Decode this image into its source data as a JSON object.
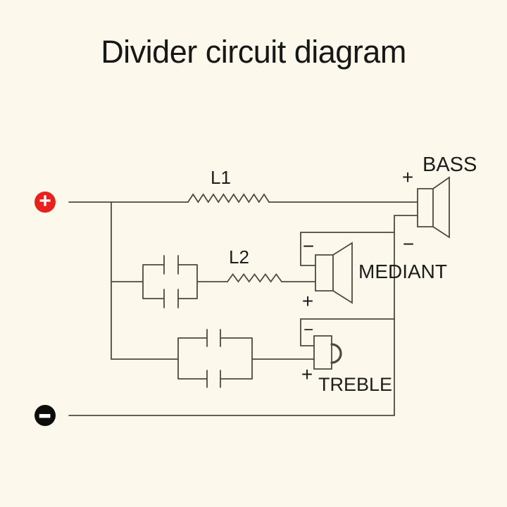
{
  "title": "Divider circuit diagram",
  "terminals": {
    "positive": {
      "symbol": "+",
      "color": "#e8211d"
    },
    "negative": {
      "symbol": "−",
      "color": "#0d0d0d"
    }
  },
  "inductors": {
    "l1": {
      "label": "L1"
    },
    "l2": {
      "label": "L2"
    }
  },
  "speakers": {
    "bass": {
      "name": "BASS",
      "plus": "+",
      "minus": "−"
    },
    "mediant": {
      "name": "MEDIANT",
      "plus": "+",
      "minus": "−"
    },
    "treble": {
      "name": "TREBLE",
      "plus": "+",
      "minus": "−"
    }
  },
  "colors": {
    "background": "#fdf8ec",
    "line": "#4b4a41",
    "text": "#1d1d1d",
    "terminal_symbol": "#ffffff"
  }
}
